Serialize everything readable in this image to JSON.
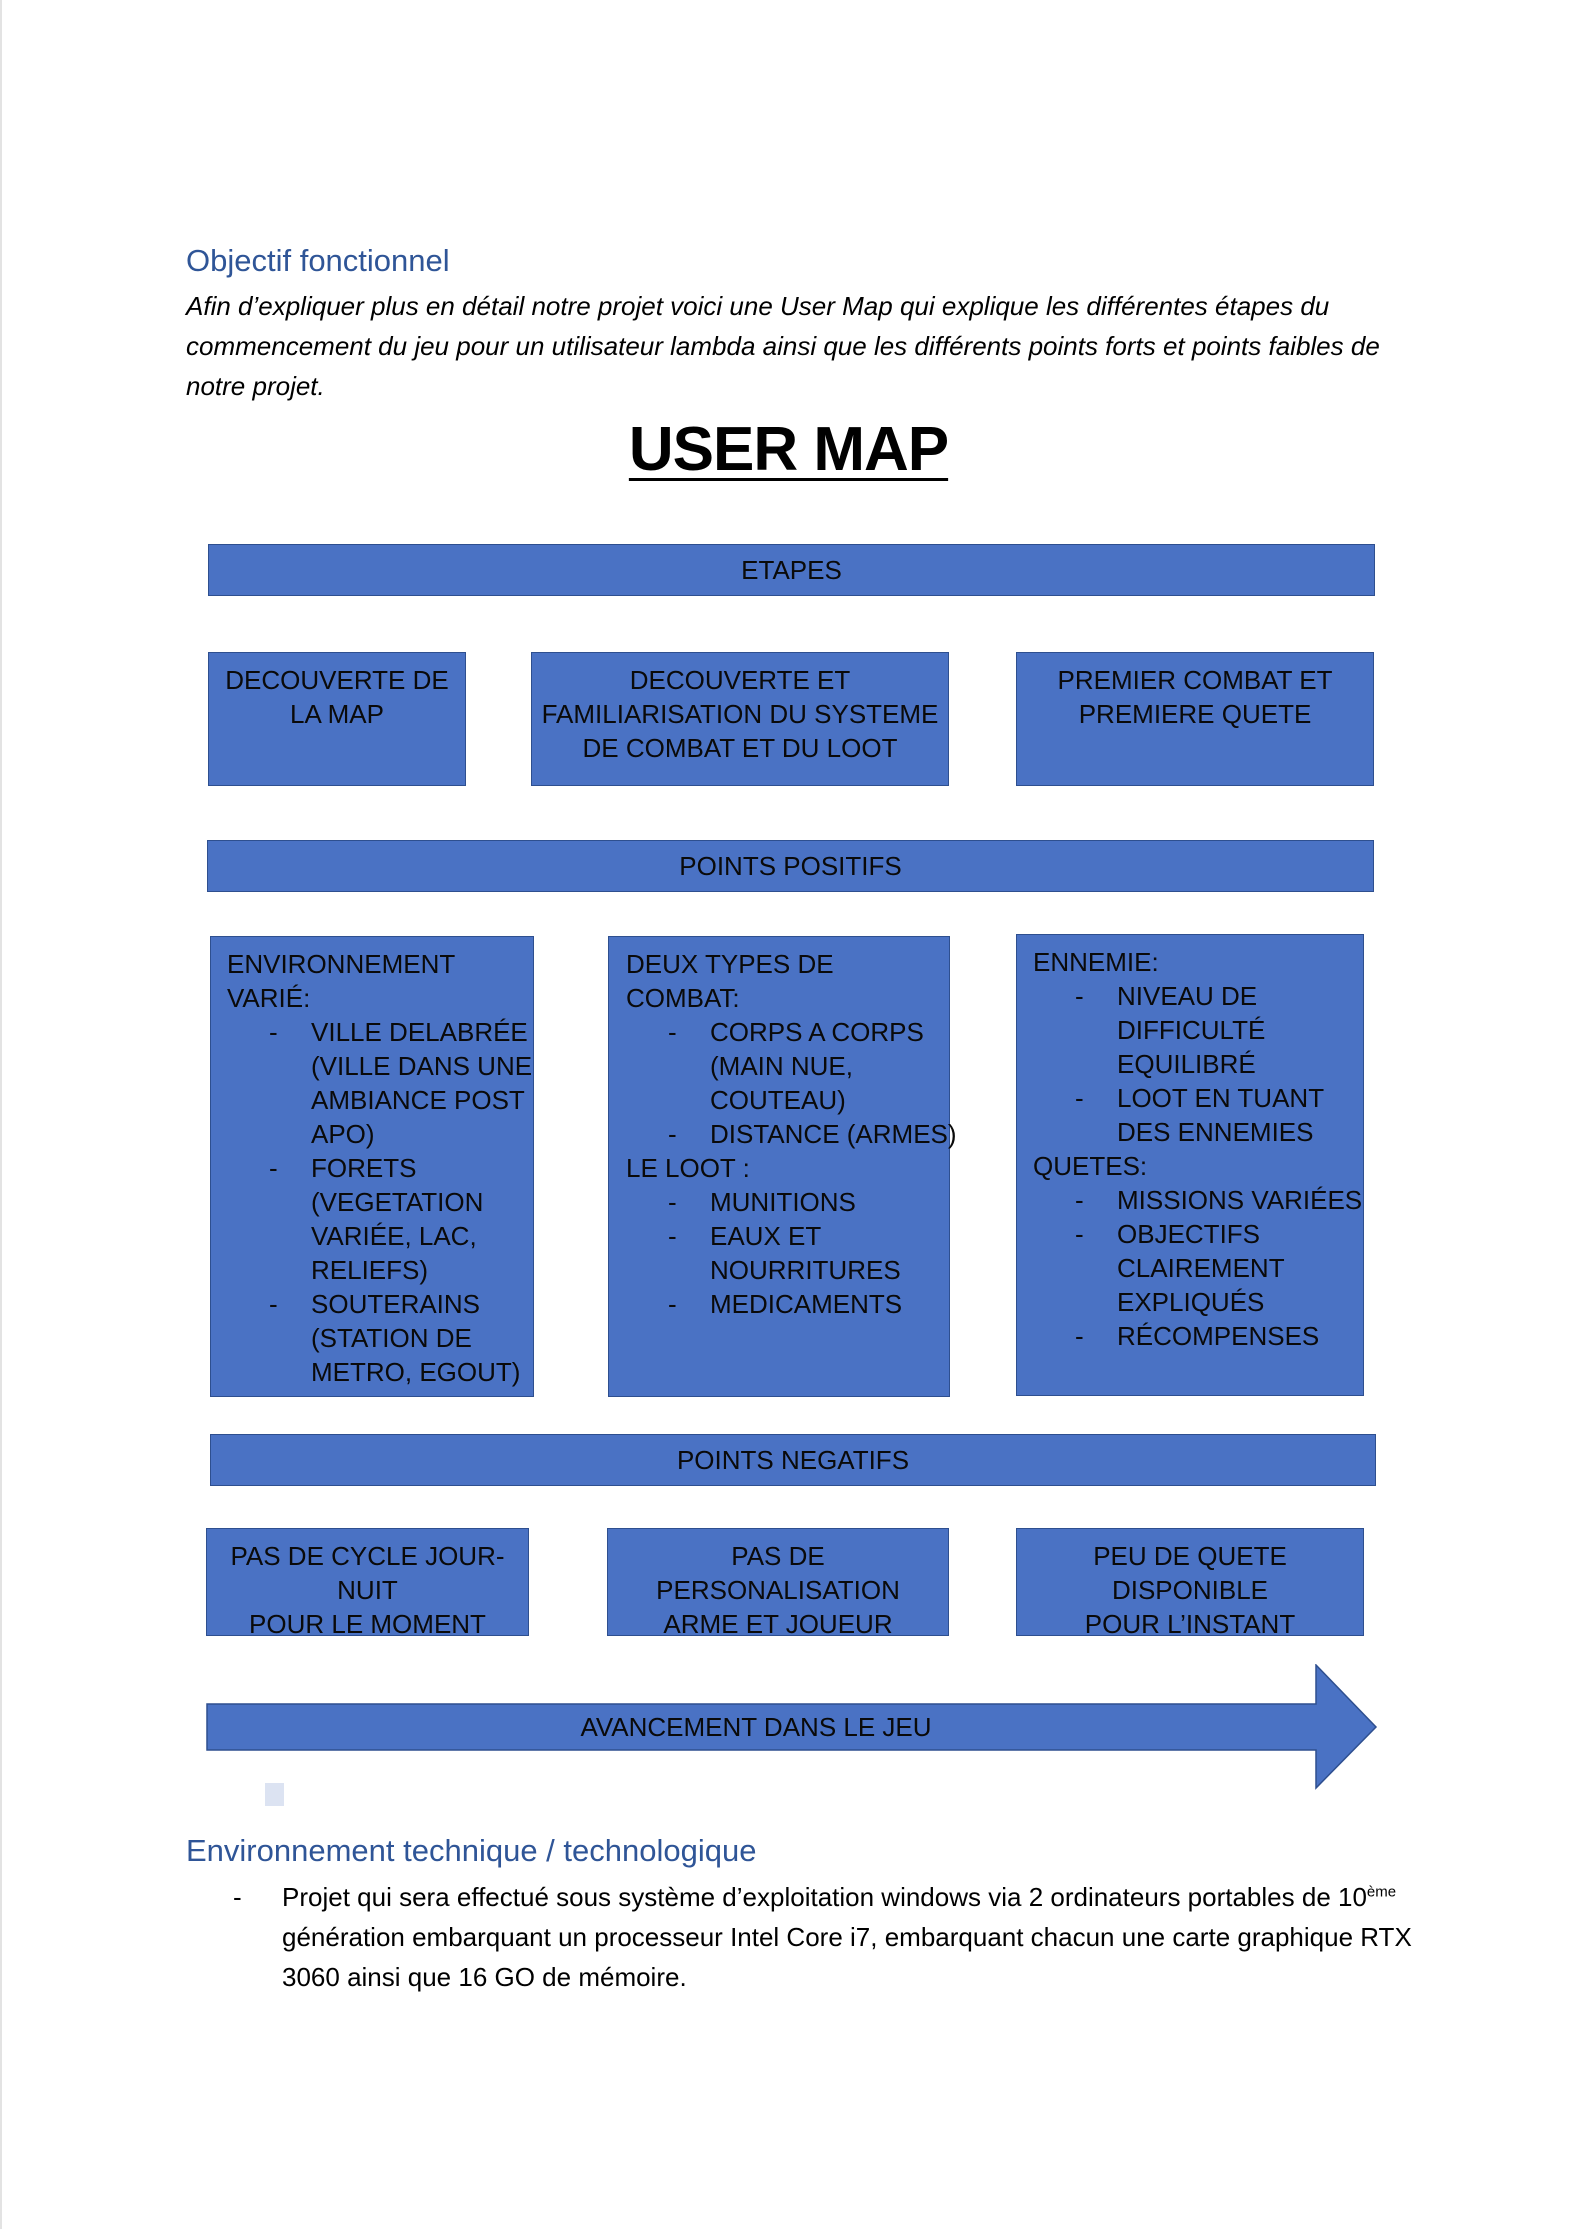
{
  "sections": {
    "objectif_heading": "Objectif fonctionnel",
    "intro_text": "Afin d’expliquer plus en détail notre projet voici une User Map qui explique les différentes étapes du commencement du jeu pour un utilisateur lambda ainsi que les différents points forts et points faibles de notre projet.",
    "map_title": "USER MAP",
    "tech_heading": "Environnement technique / technologique"
  },
  "user_map": {
    "etapes": {
      "header": "ETAPES",
      "boxes": [
        [
          "DECOUVERTE DE",
          "LA MAP"
        ],
        [
          "DECOUVERTE ET",
          "FAMILIARISATION DU SYSTEME",
          "DE COMBAT ET DU LOOT"
        ],
        [
          "PREMIER COMBAT ET",
          "PREMIERE QUETE"
        ]
      ]
    },
    "positifs": {
      "header": "POINTS POSITIFS",
      "col1": {
        "title": "ENVIRONNEMENT VARIÉ:",
        "items": [
          [
            "VILLE DELABRÉE",
            "(VILLE DANS UNE",
            "AMBIANCE POST",
            "APO)"
          ],
          [
            "FORETS",
            "(VEGETATION",
            "VARIÉE, LAC,",
            "RELIEFS)"
          ],
          [
            "SOUTERAINS",
            "(STATION DE",
            "METRO, EGOUT)"
          ]
        ]
      },
      "col2": {
        "title": "DEUX TYPES DE COMBAT:",
        "items": [
          [
            "CORPS A CORPS",
            "(MAIN NUE,",
            "COUTEAU)"
          ],
          [
            "DISTANCE (ARMES)"
          ]
        ],
        "title2": "LE LOOT :",
        "items2": [
          [
            "MUNITIONS"
          ],
          [
            "EAUX ET",
            "NOURRITURES"
          ],
          [
            "MEDICAMENTS"
          ]
        ]
      },
      "col3": {
        "title": "ENNEMIE:",
        "items": [
          [
            "NIVEAU DE",
            "DIFFICULTÉ",
            "EQUILIBRÉ"
          ],
          [
            "LOOT EN TUANT",
            "DES ENNEMIES"
          ]
        ],
        "title2": "QUETES:",
        "items2": [
          [
            "MISSIONS VARIÉES"
          ],
          [
            "OBJECTIFS",
            "CLAIREMENT",
            "EXPLIQUÉS"
          ],
          [
            "RÉCOMPENSES"
          ]
        ]
      }
    },
    "negatifs": {
      "header": "POINTS NEGATIFS",
      "boxes": [
        [
          "PAS DE CYCLE JOUR-NUIT",
          "POUR LE MOMENT"
        ],
        [
          "PAS DE PERSONALISATION",
          "ARME ET JOUEUR"
        ],
        [
          "PEU DE QUETE DISPONIBLE",
          "POUR L’INSTANT"
        ]
      ]
    },
    "arrow_label": "AVANCEMENT DANS LE JEU"
  },
  "tech": {
    "bullet": "-",
    "text_before": "Projet qui sera effectué sous système d’exploitation windows via 2 ordinateurs portables de 10",
    "superscript": "ème",
    "text_after": " génération embarquant un processeur Intel Core i7, embarquant chacun une carte graphique RTX 3060 ainsi que 16 GO de mémoire."
  },
  "colors": {
    "box_fill": "#4a72c4",
    "box_border": "#2e4f8f",
    "heading_blue": "#2f5597"
  }
}
